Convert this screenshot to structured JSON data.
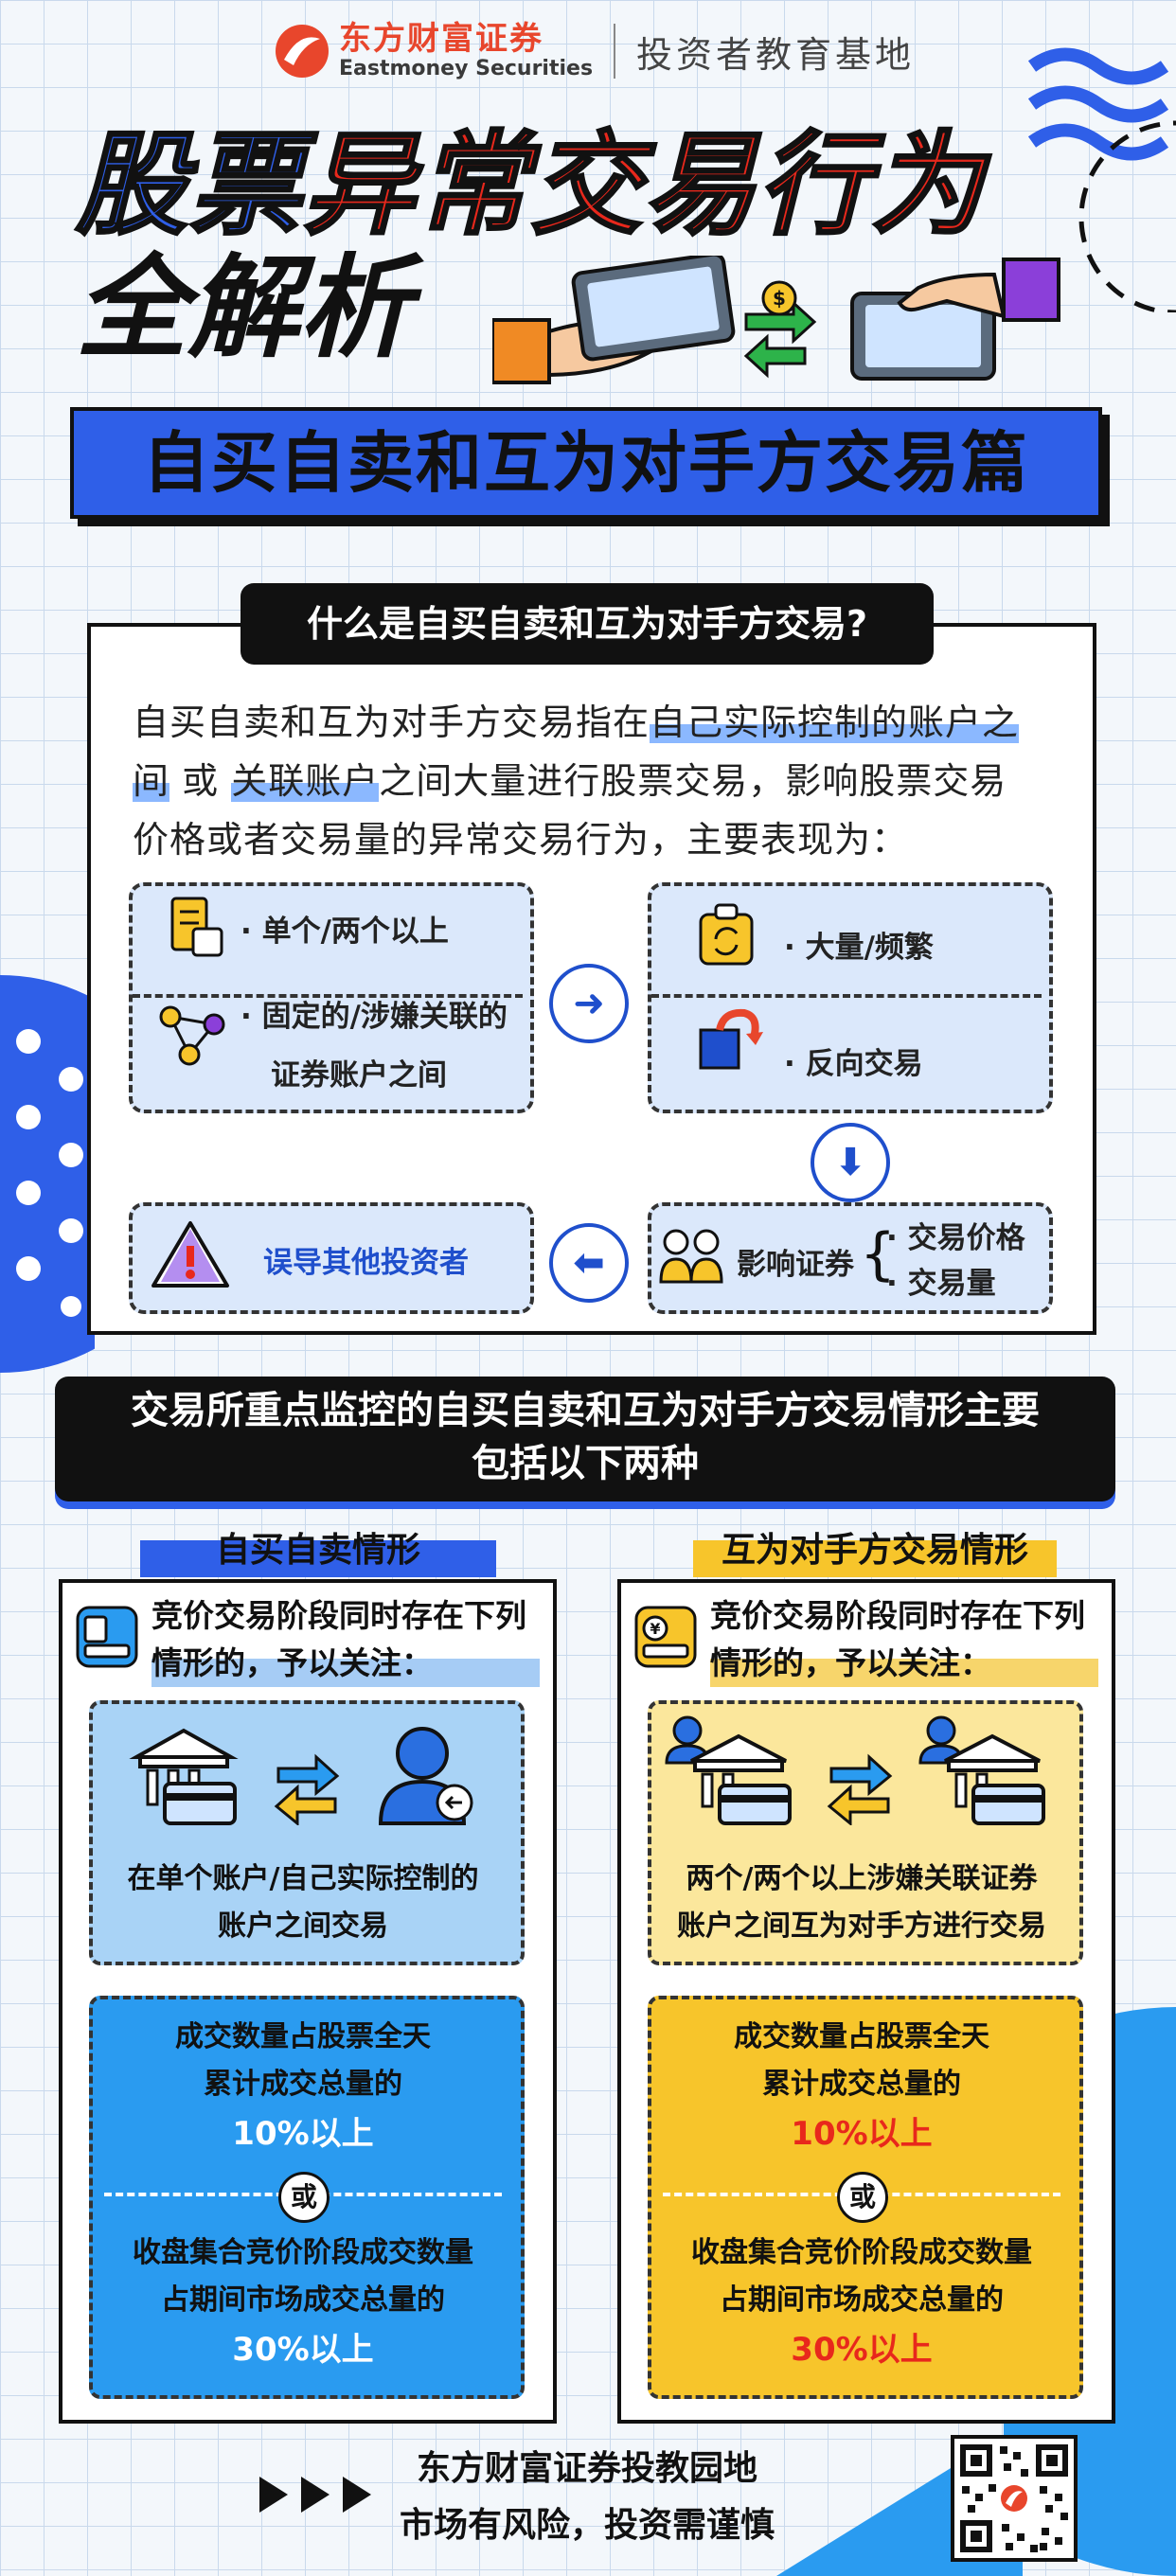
{
  "brand": {
    "name_cn": "东方财富证券",
    "name_en": "Eastmoney Securities",
    "subtitle": "投资者教育基地"
  },
  "title": {
    "part1": "股票",
    "part2": "异常交易行为",
    "line2": "全解析"
  },
  "banner": "自买自卖和互为对手方交易篇",
  "section1": {
    "heading": "什么是自买自卖和互为对手方交易?",
    "intro": {
      "t1": "自买自卖和互为对手方交易指在",
      "h1": "自己实际控制的账户之间",
      "t2": " 或 ",
      "h2": "关联账户",
      "t3": "之间大量进行股票交易，影响股票交易价格或者交易量的异常交易行为，主要表现为："
    },
    "flow": {
      "a1": "· 单个/两个以上",
      "a2a": "· 固定的/涉嫌关联的",
      "a2b": "证券账户之间",
      "b1": "· 大量/频繁",
      "b2": "· 反向交易",
      "c1": "影响证券",
      "c1a": "· 交易价格",
      "c1b": "· 交易量",
      "d1": "误导其他投资者"
    }
  },
  "section2": {
    "heading_l1": "交易所重点监控的自买自卖和互为对手方交易情形主要",
    "heading_l2": "包括以下两种",
    "left": {
      "title": "自买自卖情形",
      "head": "竞价交易阶段同时存在下列情形的，予以关注：",
      "desc1": "在单个账户/自己实际控制的",
      "desc2": "账户之间交易",
      "s1": "成交数量占股票全天",
      "s2": "累计成交总量的",
      "p1": "10%以上",
      "or": "或",
      "s3": "收盘集合竞价阶段成交数量",
      "s4": "占期间市场成交总量的",
      "p2": "30%以上"
    },
    "right": {
      "title": "互为对手方交易情形",
      "head": "竞价交易阶段同时存在下列情形的，予以关注：",
      "desc1": "两个/两个以上涉嫌关联证券",
      "desc2": "账户之间互为对手方进行交易",
      "s1": "成交数量占股票全天",
      "s2": "累计成交总量的",
      "p1": "10%以上",
      "or": "或",
      "s3": "收盘集合竞价阶段成交数量",
      "s4": "占期间市场成交总量的",
      "p2": "30%以上"
    }
  },
  "footer": {
    "line1": "东方财富证券投教园地",
    "line2": "市场有风险，投资需谨慎"
  },
  "colors": {
    "blue": "#2f5fe8",
    "red": "#e8281c",
    "yellow": "#f7c52b",
    "lightblue": "#2a9bf0"
  }
}
